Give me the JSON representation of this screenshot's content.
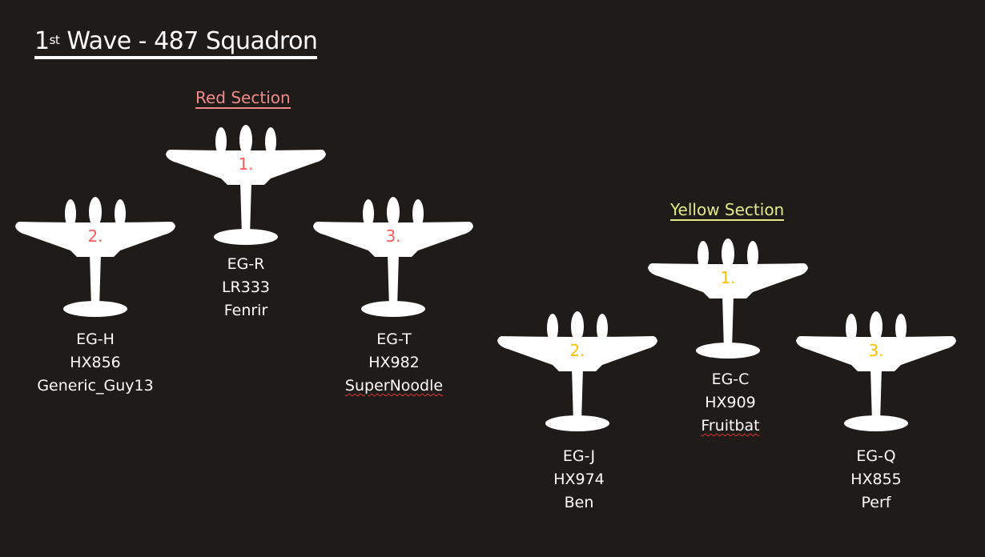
{
  "title": {
    "ordinal": "1",
    "ordinal_suffix": "st",
    "text": " Wave - 487 Squadron"
  },
  "colors": {
    "background": "#1e1b19",
    "red_heading": "#f08a8a",
    "red_number": "#ff5a5a",
    "yellow_heading": "#e3e98a",
    "yellow_number": "#ffc000"
  },
  "sections": [
    {
      "name": "Red Section",
      "aircraft": [
        {
          "position": "1.",
          "code": "EG-R",
          "serial": "LR333",
          "pilot": "Fenrir"
        },
        {
          "position": "2.",
          "code": "EG-H",
          "serial": "HX856",
          "pilot": "Generic_Guy13"
        },
        {
          "position": "3.",
          "code": "EG-T",
          "serial": "HX982",
          "pilot": "SuperNoodle"
        }
      ]
    },
    {
      "name": "Yellow Section",
      "aircraft": [
        {
          "position": "1.",
          "code": "EG-C",
          "serial": "HX909",
          "pilot": "Fruitbat"
        },
        {
          "position": "2.",
          "code": "EG-J",
          "serial": "HX974",
          "pilot": "Ben"
        },
        {
          "position": "3.",
          "code": "EG-Q",
          "serial": "HX855",
          "pilot": "Perf"
        }
      ]
    }
  ]
}
